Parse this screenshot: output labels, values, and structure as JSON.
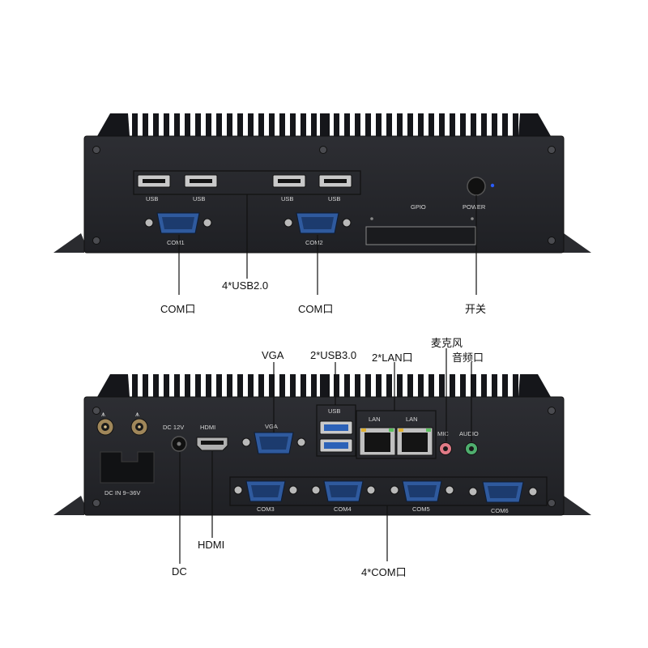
{
  "top_panel": {
    "port_labels": {
      "usb": "USB",
      "com1": "COM1",
      "com2": "COM2",
      "gpio": "GPIO",
      "power": "POWER"
    },
    "callouts": {
      "usb2": "4*USB2.0",
      "com_left": "COM口",
      "com_right": "COM口",
      "switch": "开关"
    }
  },
  "bottom_panel": {
    "port_labels": {
      "dc_12v": "DC 12V",
      "hdmi": "HDMI",
      "vga": "VGA",
      "usb": "USB",
      "lan": "LAN",
      "mic": "MIC",
      "audio": "AUDIO",
      "dc_in": "DC IN 9~36V",
      "com3": "COM3",
      "com4": "COM4",
      "com5": "COM5",
      "com6": "COM6"
    },
    "callouts": {
      "vga": "VGA",
      "usb3": "2*USB3.0",
      "lan": "2*LAN口",
      "mic": "麦克风",
      "audio": "音频口",
      "dc": "DC",
      "hdmi": "HDMI",
      "com": "4*COM口"
    }
  },
  "colors": {
    "chassis": "#26272b",
    "fin": "#15161a",
    "db9": "#2f5a9e",
    "usb3": "#2c62b8",
    "mic_jack": "#e07a86",
    "audio_jack": "#4fae6e"
  }
}
